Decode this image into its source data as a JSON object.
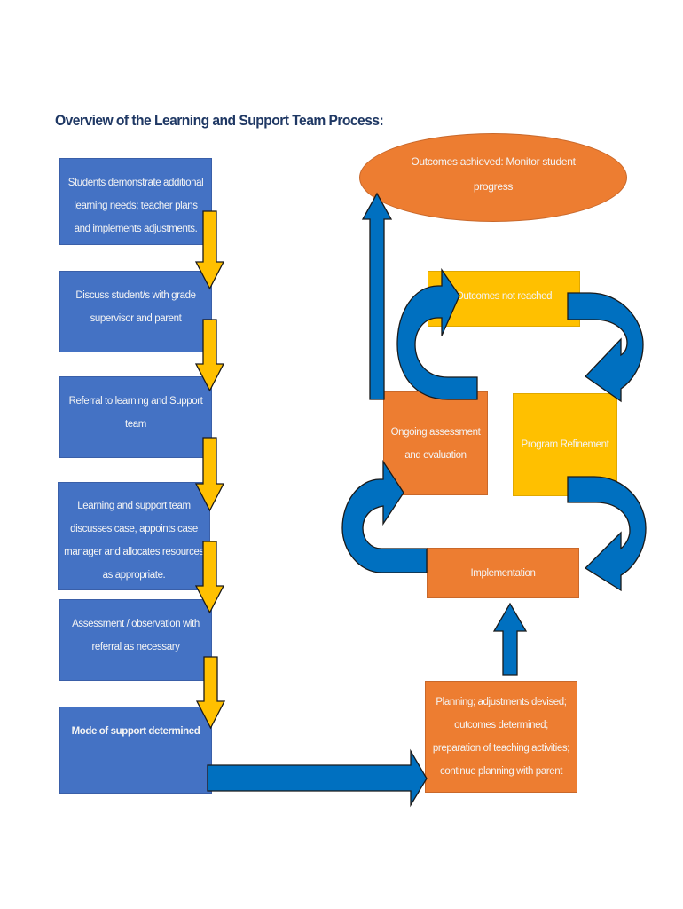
{
  "title": "Overview of the Learning and Support Team Process:",
  "left_steps": [
    {
      "label": "Students demonstrate additional learning needs; teacher plans and implements adjustments."
    },
    {
      "label": "Discuss student/s with grade supervisor and parent"
    },
    {
      "label": "Referral to learning and Support team"
    },
    {
      "label": "Learning and support team discusses case, appoints case manager and allocates resources as appropriate."
    },
    {
      "label": "Assessment / observation with referral as necessary"
    },
    {
      "label": "Mode of support determined"
    }
  ],
  "cycle": {
    "planning": "Planning; adjustments devised; outcomes determined; preparation of teaching activities; continue planning with parent",
    "implementation": "Implementation",
    "ongoing_assessment": "Ongoing assessment and evaluation",
    "outcomes_not_reached": "Outcomes not reached",
    "program_refinement": "Program Refinement",
    "outcomes_achieved": "Outcomes achieved: Monitor student progress"
  },
  "colors": {
    "step_blue": "#4472c4",
    "arrow_blue": "#0070c0",
    "arrow_gold": "#ffc000",
    "orange": "#ed7d31",
    "title_navy": "#1f3864"
  }
}
